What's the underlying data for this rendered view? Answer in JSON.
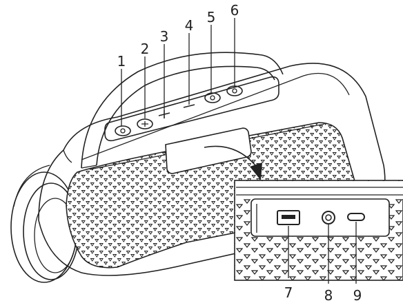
{
  "callouts": {
    "c1": "1",
    "c2": "2",
    "c3": "3",
    "c4": "4",
    "c5": "5",
    "c6": "6",
    "c7": "7",
    "c8": "8",
    "c9": "9"
  },
  "colors": {
    "line": "#222222",
    "background": "#ffffff"
  },
  "icons": {
    "volume_up": "plus-icon",
    "volume_down": "minus-icon",
    "usb": "usb-port-icon",
    "aux": "aux-jack-icon",
    "usb_c": "usb-c-port-icon"
  }
}
